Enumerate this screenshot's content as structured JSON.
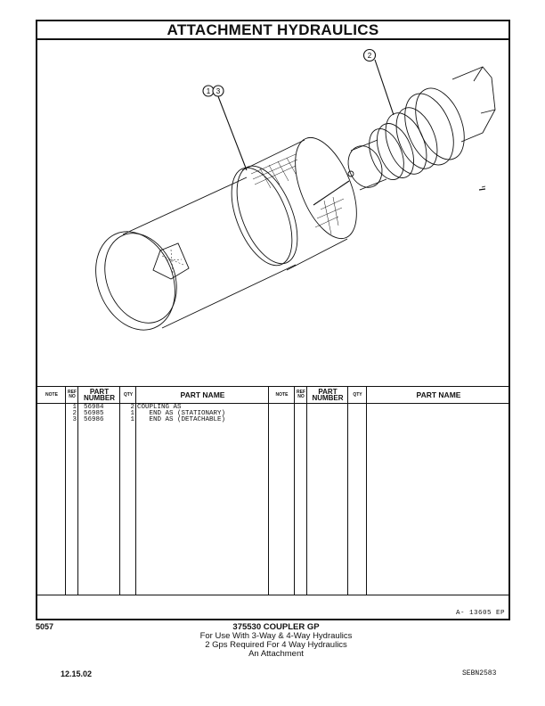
{
  "page": {
    "title": "ATTACHMENT HYDRAULICS",
    "page_number": "5057",
    "date": "12.15.02",
    "doc_code": "SEBN2583",
    "illustration_ref": "A- 13605 EP"
  },
  "drawing": {
    "callouts": [
      {
        "label": "1"
      },
      {
        "label": "3"
      },
      {
        "label": "2"
      }
    ]
  },
  "table": {
    "headers": {
      "note": "NOTE",
      "ref_no_1": "REF",
      "ref_no_2": "NO",
      "part_number_1": "PART",
      "part_number_2": "NUMBER",
      "qty": "QTY",
      "part_name": "PART NAME"
    },
    "rows": [
      {
        "note": "",
        "ref": "1",
        "part_number": "56984",
        "qty": "2",
        "part_name": "COUPLING AS"
      },
      {
        "note": "",
        "ref": "2",
        "part_number": "56985",
        "qty": "1",
        "part_name": "   END AS (STATIONARY)"
      },
      {
        "note": "",
        "ref": "3",
        "part_number": "56986",
        "qty": "1",
        "part_name": "   END AS (DETACHABLE)"
      }
    ]
  },
  "caption": {
    "group_title": "375530 COUPLER GP",
    "line1": "For Use With 3-Way & 4-Way Hydraulics",
    "line2": "2 Gps Required For 4 Way Hydraulics",
    "line3": "An Attachment"
  }
}
